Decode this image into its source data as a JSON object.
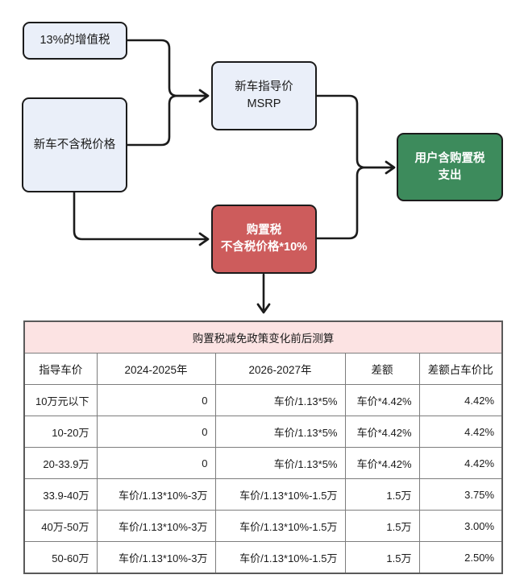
{
  "diagram": {
    "nodes": [
      {
        "id": "vat",
        "lines": [
          "13%的增值税"
        ],
        "color": "#eaeff9",
        "text_color": "#1a1a1a"
      },
      {
        "id": "netprice",
        "lines": [
          "新车不含税价格"
        ],
        "color": "#eaeff9",
        "text_color": "#1a1a1a"
      },
      {
        "id": "msrp",
        "lines": [
          "新车指导价",
          "MSRP"
        ],
        "color": "#eaeff9",
        "text_color": "#1a1a1a"
      },
      {
        "id": "purchase",
        "lines": [
          "购置税",
          "不含税价格*10%"
        ],
        "color": "#cd5c5c",
        "text_color": "#ffffff"
      },
      {
        "id": "userspend",
        "lines": [
          "用户含购置税",
          "支出"
        ],
        "color": "#3d8b5c",
        "text_color": "#ffffff"
      }
    ]
  },
  "table": {
    "title": "购置税减免政策变化前后测算",
    "headers": [
      "指导车价",
      "2024-2025年",
      "2026-2027年",
      "差额",
      "差额占车价比"
    ],
    "rows": [
      [
        "10万元以下",
        "0",
        "车价/1.13*5%",
        "车价*4.42%",
        "4.42%"
      ],
      [
        "10-20万",
        "0",
        "车价/1.13*5%",
        "车价*4.42%",
        "4.42%"
      ],
      [
        "20-33.9万",
        "0",
        "车价/1.13*5%",
        "车价*4.42%",
        "4.42%"
      ],
      [
        "33.9-40万",
        "车价/1.13*10%-3万",
        "车价/1.13*10%-1.5万",
        "1.5万",
        "3.75%"
      ],
      [
        "40万-50万",
        "车价/1.13*10%-3万",
        "车价/1.13*10%-1.5万",
        "1.5万",
        "3.00%"
      ],
      [
        "50-60万",
        "车价/1.13*10%-3万",
        "车价/1.13*10%-1.5万",
        "1.5万",
        "2.50%"
      ]
    ]
  },
  "colors": {
    "node_blue": "#eaeff9",
    "node_red": "#cd5c5c",
    "node_green": "#3d8b5c",
    "table_title_bg": "#fce3e3",
    "connector": "#1b1b1b",
    "border": "#1b1b1b"
  }
}
